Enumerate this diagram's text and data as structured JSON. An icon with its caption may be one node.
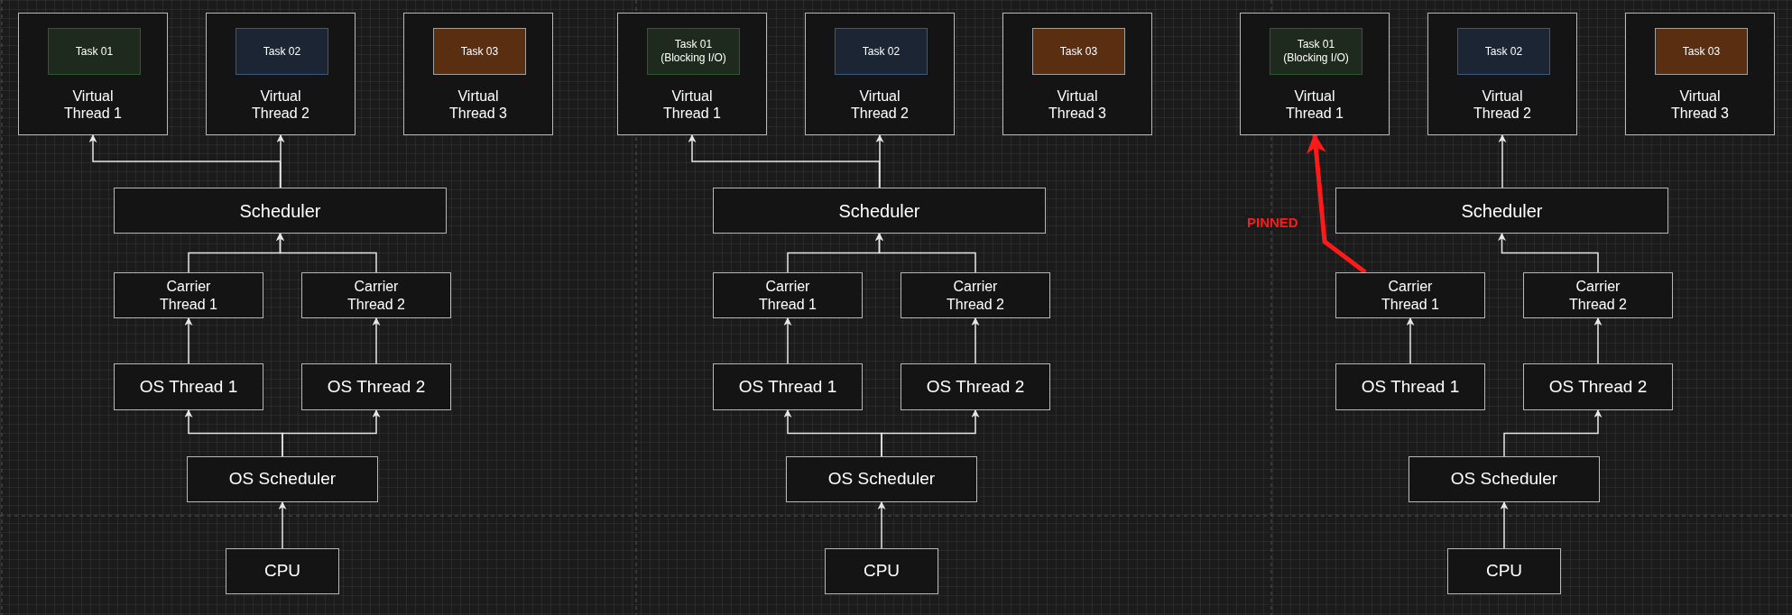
{
  "diagram": {
    "nodes": [
      {
        "text": [
          "Virtual Thread 1"
        ]
      },
      {
        "text": [
          "Task 01"
        ],
        "in": 0
      },
      {
        "text": [
          "Virtual Thread 2"
        ]
      },
      {
        "text": [
          "Task 02"
        ],
        "in": 2
      },
      {
        "text": [
          "Virtual Thread 3"
        ]
      },
      {
        "text": [
          "Task 03"
        ],
        "in": 4
      },
      {
        "text": [
          "Scheduler"
        ]
      },
      {
        "text": [
          "Carrier Thread 1"
        ]
      },
      {
        "text": [
          "Carrier Thread 2"
        ]
      },
      {
        "text": [
          "OS Thread 1"
        ]
      },
      {
        "text": [
          "OS Thread 2"
        ]
      },
      {
        "text": [
          "OS Scheduler"
        ]
      },
      {
        "text": [
          "CPU"
        ]
      },
      {
        "text": [
          "Virtual Thread 1"
        ]
      },
      {
        "text": [
          "Task 01 (Blocking I/O)"
        ],
        "in": 13
      },
      {
        "text": [
          "Virtual Thread 2"
        ]
      },
      {
        "text": [
          "Task 02"
        ],
        "in": 15
      },
      {
        "text": [
          "Virtual Thread 3"
        ]
      },
      {
        "text": [
          "Task 03"
        ],
        "in": 17
      },
      {
        "text": [
          "Scheduler"
        ]
      },
      {
        "text": [
          "Carrier Thread 1"
        ]
      },
      {
        "text": [
          "Carrier Thread 2"
        ]
      },
      {
        "text": [
          "OS Thread 1"
        ]
      },
      {
        "text": [
          "OS Thread 2"
        ]
      },
      {
        "text": [
          "OS Scheduler"
        ]
      },
      {
        "text": [
          "CPU"
        ]
      },
      {
        "text": [
          "Virtual Thread 1"
        ]
      },
      {
        "text": [
          "Task 01 (Blocking I/O)"
        ],
        "in": 26
      },
      {
        "text": [
          "Virtual Thread 2"
        ]
      },
      {
        "text": [
          "Task 02"
        ],
        "in": 28
      },
      {
        "text": [
          "Virtual Thread 3"
        ]
      },
      {
        "text": [
          "Task 03"
        ],
        "in": 30
      },
      {
        "text": [
          "Scheduler"
        ]
      },
      {
        "text": [
          "Carrier Thread 1"
        ]
      },
      {
        "text": [
          "Carrier Thread 2"
        ]
      },
      {
        "text": [
          "OS Thread 1"
        ]
      },
      {
        "text": [
          "OS Thread 2"
        ]
      },
      {
        "text": [
          "OS Scheduler"
        ]
      },
      {
        "text": [
          "CPU"
        ]
      }
    ],
    "edges": [
      {
        "from": 6,
        "to": 0,
        "arrow": "to"
      },
      {
        "from": 6,
        "to": 2,
        "arrow": "to"
      },
      {
        "from": 7,
        "to": 6,
        "arrow": "to"
      },
      {
        "from": 8,
        "to": 6,
        "arrow": "to"
      },
      {
        "from": 9,
        "to": 7,
        "arrow": "to"
      },
      {
        "from": 10,
        "to": 8,
        "arrow": "to"
      },
      {
        "from": 11,
        "to": 9,
        "arrow": "to"
      },
      {
        "from": 11,
        "to": 10,
        "arrow": "to"
      },
      {
        "from": 12,
        "to": 11,
        "arrow": "to"
      },
      {
        "from": 19,
        "to": 13,
        "arrow": "to"
      },
      {
        "from": 19,
        "to": 15,
        "arrow": "to"
      },
      {
        "from": 20,
        "to": 19,
        "arrow": "to"
      },
      {
        "from": 21,
        "to": 19,
        "arrow": "to"
      },
      {
        "from": 22,
        "to": 20,
        "arrow": "to"
      },
      {
        "from": 23,
        "to": 21,
        "arrow": "to"
      },
      {
        "from": 24,
        "to": 22,
        "arrow": "to"
      },
      {
        "from": 24,
        "to": 23,
        "arrow": "to"
      },
      {
        "from": 25,
        "to": 24,
        "arrow": "to"
      },
      {
        "from": 32,
        "to": 28,
        "arrow": "to"
      },
      {
        "from": 33,
        "to": 26,
        "arrow": "to",
        "label": "PINNED",
        "style": "thick",
        "color": "#ff1a1a"
      },
      {
        "from": 34,
        "to": 32,
        "arrow": "to"
      },
      {
        "from": 35,
        "to": 33,
        "arrow": "to"
      },
      {
        "from": 36,
        "to": 34,
        "arrow": "to"
      },
      {
        "from": 37,
        "to": 36,
        "arrow": "to"
      },
      {
        "from": 38,
        "to": 37,
        "arrow": "to"
      }
    ]
  }
}
